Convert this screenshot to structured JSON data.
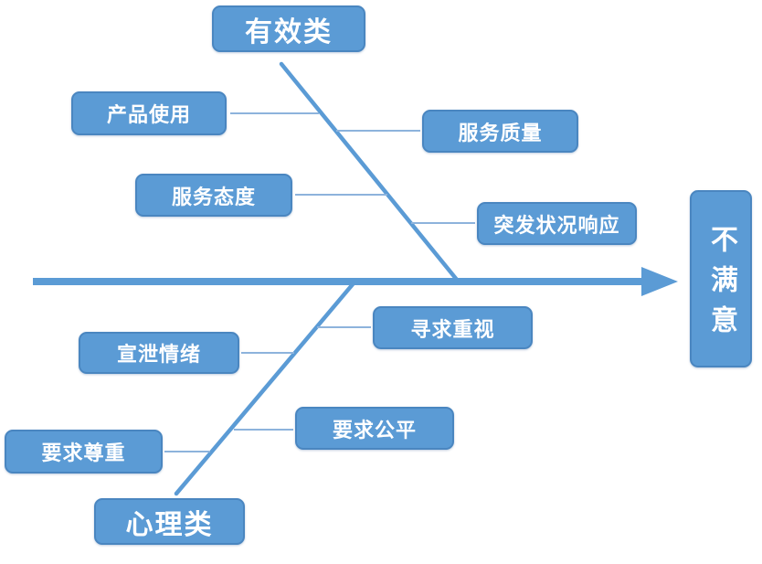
{
  "diagram": {
    "type": "fishbone-cause-effect",
    "effect_label": "不满意",
    "top_branch": {
      "category_label": "有效类",
      "causes": [
        "产品使用",
        "服务态度",
        "服务质量",
        "突发状况响应"
      ]
    },
    "bottom_branch": {
      "category_label": "心理类",
      "causes": [
        "宣泄情绪",
        "要求尊重",
        "寻求重视",
        "要求公平"
      ]
    }
  },
  "colors": {
    "node_fill": "#5b9bd5",
    "node_border": "#4a86c0",
    "bone_line": "#5b9bd5",
    "connector_line": "#8db3dc",
    "text": "#ffffff",
    "background": "#ffffff"
  }
}
